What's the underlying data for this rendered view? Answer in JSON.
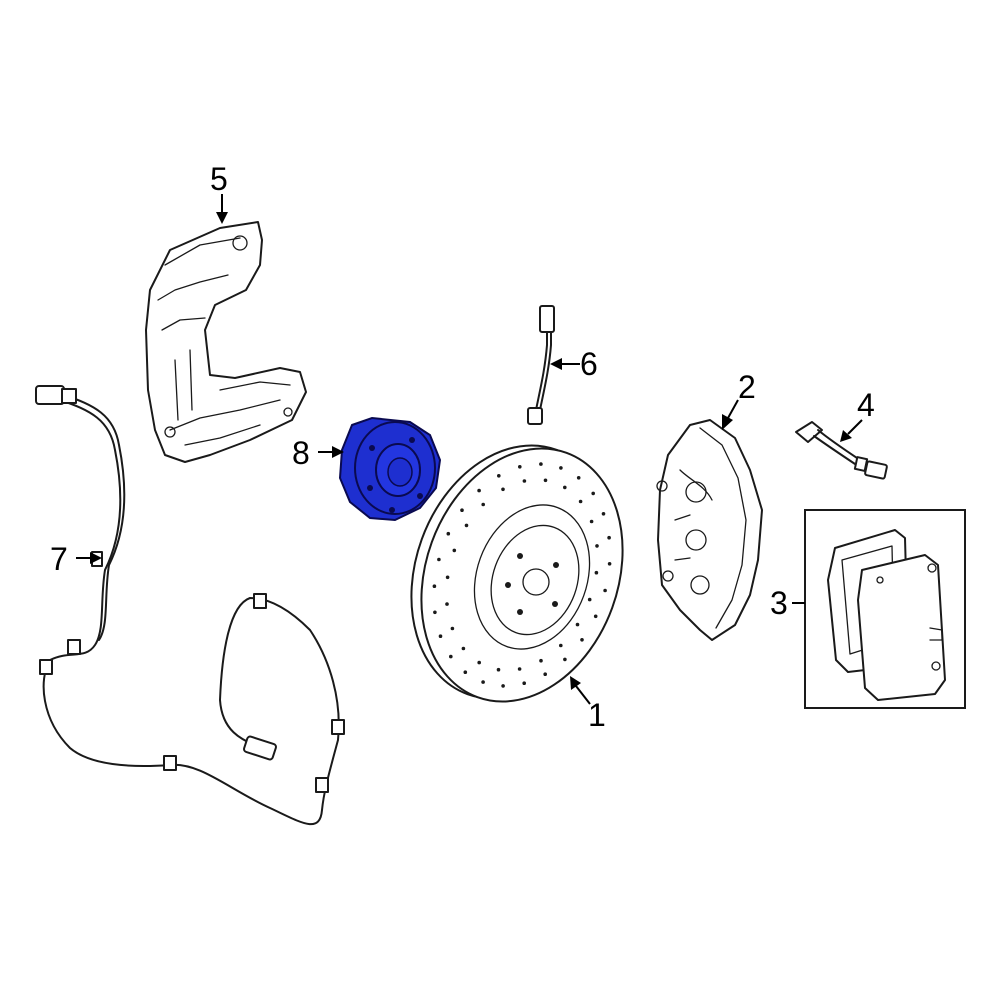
{
  "diagram": {
    "highlight_color": "#1e2fd0",
    "callouts": [
      {
        "id": "1",
        "label": "1"
      },
      {
        "id": "2",
        "label": "2"
      },
      {
        "id": "3",
        "label": "3"
      },
      {
        "id": "4",
        "label": "4"
      },
      {
        "id": "5",
        "label": "5"
      },
      {
        "id": "6",
        "label": "6"
      },
      {
        "id": "7",
        "label": "7"
      },
      {
        "id": "8",
        "label": "8"
      }
    ]
  }
}
